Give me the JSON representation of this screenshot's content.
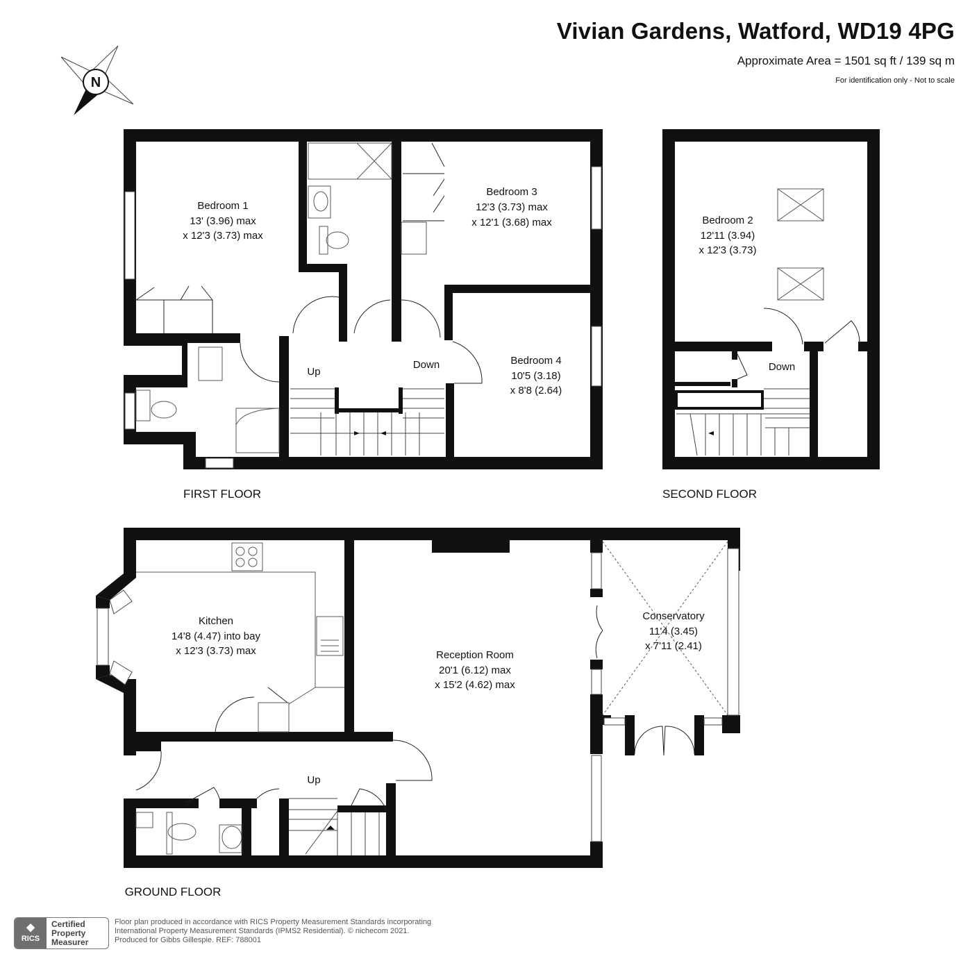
{
  "header": {
    "title": "Vivian Gardens, Watford, WD19 4PG",
    "area": "Approximate Area = 1501 sq ft / 139 sq m",
    "note": "For identification only - Not to scale"
  },
  "compass": {
    "label": "N"
  },
  "floors": {
    "first": "FIRST FLOOR",
    "second": "SECOND FLOOR",
    "ground": "GROUND FLOOR"
  },
  "rooms": {
    "bedroom1": {
      "name": "Bedroom 1",
      "dim1": "13' (3.96) max",
      "dim2": "x 12'3 (3.73) max"
    },
    "bedroom3": {
      "name": "Bedroom 3",
      "dim1": "12'3 (3.73) max",
      "dim2": "x 12'1 (3.68) max"
    },
    "bedroom4": {
      "name": "Bedroom 4",
      "dim1": "10'5 (3.18)",
      "dim2": "x 8'8 (2.64)"
    },
    "bedroom2": {
      "name": "Bedroom 2",
      "dim1": "12'11 (3.94)",
      "dim2": "x 12'3 (3.73)"
    },
    "kitchen": {
      "name": "Kitchen",
      "dim1": "14'8 (4.47) into bay",
      "dim2": "x 12'3 (3.73) max"
    },
    "reception": {
      "name": "Reception Room",
      "dim1": "20'1 (6.12) max",
      "dim2": "x 15'2 (4.62) max"
    },
    "conservatory": {
      "name": "Conservatory",
      "dim1": "11'4 (3.45)",
      "dim2": "x 7'11 (2.41)"
    }
  },
  "stairs": {
    "first_up": "Up",
    "first_down": "Down",
    "second_down": "Down",
    "ground_up": "Up"
  },
  "footer": {
    "badge_short": "RICS",
    "badge_line1": "Certified",
    "badge_line2": "Property",
    "badge_line3": "Measurer",
    "line1": "Floor plan produced in accordance with RICS Property Measurement Standards incorporating",
    "line2": "International Property Measurement Standards (IPMS2 Residential).   © nichecom 2021.",
    "line3": "Produced for Gibbs Gillespie.   REF: 788001"
  }
}
